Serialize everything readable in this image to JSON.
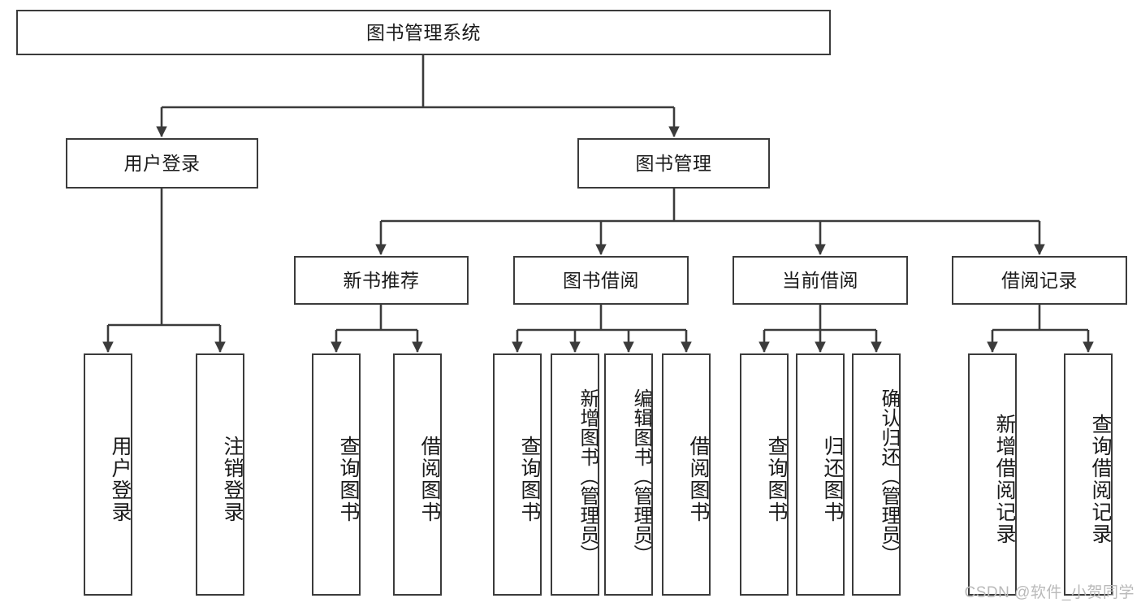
{
  "diagram": {
    "title": "图书管理系统",
    "type": "tree-hierarchy-diagram",
    "colors": {
      "box_border": "#3b3b3b",
      "box_fill": "#ffffff",
      "edge": "#3b3b3b",
      "text": "#1a1a1a",
      "watermark": "#b9b9b9",
      "background": "#ffffff"
    }
  },
  "watermark": {
    "text": "CSDN @软件_小贺同学"
  },
  "nodes": {
    "root": {
      "label": "图书管理系统"
    },
    "level2": [
      {
        "id": "user-login",
        "label": "用户登录"
      },
      {
        "id": "book-manage",
        "label": "图书管理"
      }
    ],
    "level3": [
      {
        "id": "new-book-rec",
        "label": "新书推荐"
      },
      {
        "id": "book-borrow",
        "label": "图书借阅"
      },
      {
        "id": "current-borrow",
        "label": "当前借阅"
      },
      {
        "id": "borrow-record",
        "label": "借阅记录"
      }
    ],
    "leaves": {
      "user_login": [
        {
          "id": "leaf-user-login",
          "label": "用户登录"
        },
        {
          "id": "leaf-logout-login",
          "label": "注销登录"
        }
      ],
      "new_book_rec": [
        {
          "id": "leaf-query-book-1",
          "label": "查询图书"
        },
        {
          "id": "leaf-borrow-book-1",
          "label": "借阅图书"
        }
      ],
      "book_borrow": [
        {
          "id": "leaf-query-book-2",
          "label": "查询图书"
        },
        {
          "id": "leaf-add-book",
          "label": "新增图书（管理员）"
        },
        {
          "id": "leaf-edit-book",
          "label": "编辑图书（管理员）"
        },
        {
          "id": "leaf-borrow-book-2",
          "label": "借阅图书"
        }
      ],
      "current_borrow": [
        {
          "id": "leaf-query-book-3",
          "label": "查询图书"
        },
        {
          "id": "leaf-return-book",
          "label": "归还图书"
        },
        {
          "id": "leaf-confirm-return",
          "label": "确认归还（管理员）"
        }
      ],
      "borrow_record": [
        {
          "id": "leaf-add-record",
          "label": "新增借阅记录"
        },
        {
          "id": "leaf-query-record",
          "label": "查询借阅记录"
        }
      ]
    }
  }
}
